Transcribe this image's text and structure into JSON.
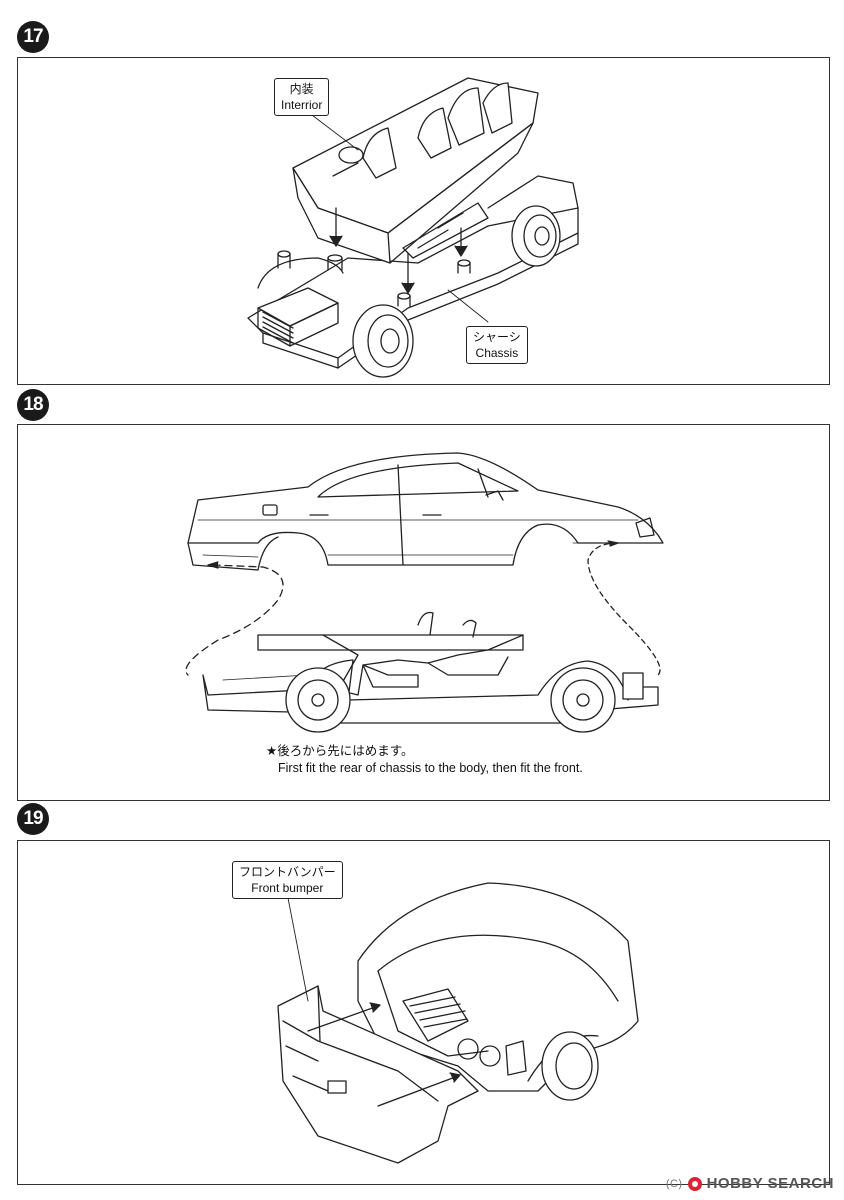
{
  "steps": [
    {
      "number": "17",
      "labels": [
        {
          "jp": "内装",
          "en": "Interrior"
        },
        {
          "jp": "シャーシ",
          "en": "Chassis"
        }
      ]
    },
    {
      "number": "18",
      "note": {
        "jp": "★後ろから先にはめます。",
        "en": "First fit the rear of chassis to the body, then fit the front."
      }
    },
    {
      "number": "19",
      "labels": [
        {
          "jp": "フロントバンパー",
          "en": "Front bumper"
        }
      ]
    }
  ],
  "watermark": {
    "symbol": "(C)",
    "text": "HOBBY SEARCH"
  }
}
